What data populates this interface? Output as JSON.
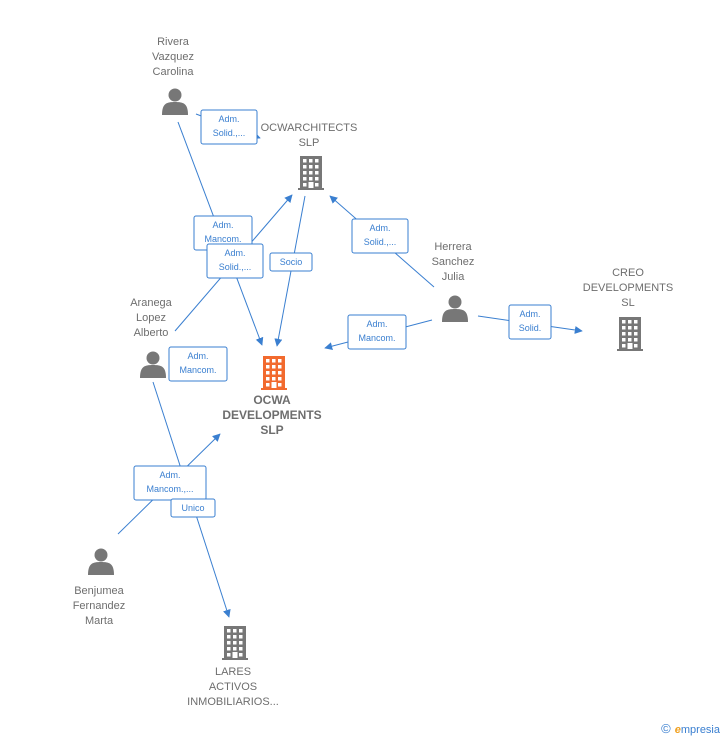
{
  "nodes": [
    {
      "id": "rivera",
      "type": "person",
      "label": [
        "Rivera",
        "Vazquez",
        "Carolina"
      ],
      "color": "#777777"
    },
    {
      "id": "ocwarch",
      "type": "company",
      "label": [
        "OCWARCHITECTS",
        "SLP"
      ],
      "color": "#777777"
    },
    {
      "id": "herrera",
      "type": "person",
      "label": [
        "Herrera",
        "Sanchez",
        "Julia"
      ],
      "color": "#777777"
    },
    {
      "id": "creo",
      "type": "company",
      "label": [
        "CREO",
        "DEVELOPMENTS",
        "SL"
      ],
      "color": "#777777"
    },
    {
      "id": "aranega",
      "type": "person",
      "label": [
        "Aranega",
        "Lopez",
        "Alberto"
      ],
      "color": "#777777"
    },
    {
      "id": "ocwa",
      "type": "company",
      "label": [
        "OCWA",
        "DEVELOPMENTS",
        "SLP"
      ],
      "color": "#f26a2e",
      "main": true
    },
    {
      "id": "benjumea",
      "type": "person",
      "label": [
        "Benjumea",
        "Fernandez",
        "Marta"
      ],
      "color": "#777777"
    },
    {
      "id": "lares",
      "type": "company",
      "label": [
        "LARES",
        "ACTIVOS",
        "INMOBILIARIOS..."
      ],
      "color": "#777777"
    }
  ],
  "edges": [
    {
      "id": "e1",
      "label": [
        "Adm.",
        "Solid.,..."
      ]
    },
    {
      "id": "e2",
      "label": [
        "Adm.",
        "Mancom."
      ]
    },
    {
      "id": "e3",
      "label": [
        "Adm.",
        "Solid.,..."
      ]
    },
    {
      "id": "e4",
      "label": [
        "Socio"
      ]
    },
    {
      "id": "e5",
      "label": [
        "Adm.",
        "Solid.,..."
      ]
    },
    {
      "id": "e6",
      "label": [
        "Adm.",
        "Mancom."
      ]
    },
    {
      "id": "e7",
      "label": [
        "Adm.",
        "Solid."
      ]
    },
    {
      "id": "e8",
      "label": [
        "Adm.",
        "Mancom."
      ]
    },
    {
      "id": "e9",
      "label": [
        "Adm.",
        "Mancom.,..."
      ]
    },
    {
      "id": "e10",
      "label": [
        "Unico"
      ]
    }
  ],
  "footer": {
    "copyright": "©",
    "brand_initial": "e",
    "brand_rest": "mpresia"
  }
}
